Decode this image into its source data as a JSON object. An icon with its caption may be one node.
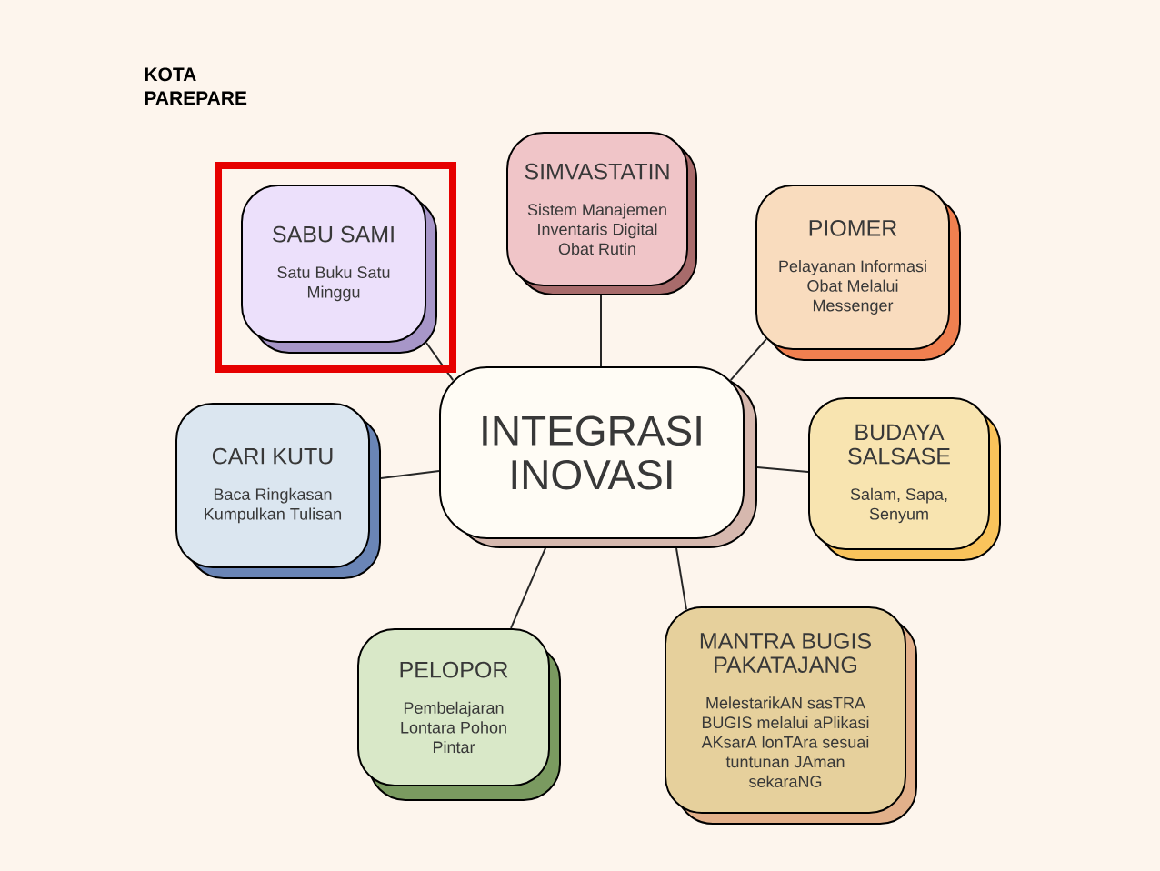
{
  "diagram": {
    "nodes": [
      {
        "text": [
          "SABU SAMI",
          "Satu Buku Satu Minggu"
        ]
      },
      {
        "text": [
          "SIMVASTATIN",
          "Sistem Manajemen Inventaris Digital Obat Rutin"
        ]
      },
      {
        "text": [
          "PIOMER",
          "Pelayanan Informasi Obat Melalui Messenger"
        ]
      },
      {
        "text": [
          "INTEGRASI INOVASI"
        ]
      },
      {
        "text": [
          "CARI KUTU",
          "Baca Ringkasan Kumpulkan Tulisan"
        ]
      },
      {
        "text": [
          "BUDAYA SALSASE",
          "Salam, Sapa, Senyum"
        ]
      },
      {
        "text": [
          "PELOPOR",
          "Pembelajaran Lontara Pohon Pintar"
        ]
      },
      {
        "text": [
          "MANTRA BUGIS PAKATAJANG",
          "MelestarikAN sasTRA BUGIS melalui aPlikasi AKsarA lonTAra sesuai tuntunan JAman sekaraNG"
        ]
      }
    ],
    "edges": [
      {
        "from": 3,
        "to": 0,
        "arrow": "none"
      },
      {
        "from": 3,
        "to": 1,
        "arrow": "none"
      },
      {
        "from": 3,
        "to": 2,
        "arrow": "none"
      },
      {
        "from": 3,
        "to": 4,
        "arrow": "none"
      },
      {
        "from": 3,
        "to": 5,
        "arrow": "none"
      },
      {
        "from": 3,
        "to": 6,
        "arrow": "none"
      },
      {
        "from": 3,
        "to": 7,
        "arrow": "none"
      }
    ],
    "labels": [
      "KOTA PAREPARE"
    ]
  }
}
